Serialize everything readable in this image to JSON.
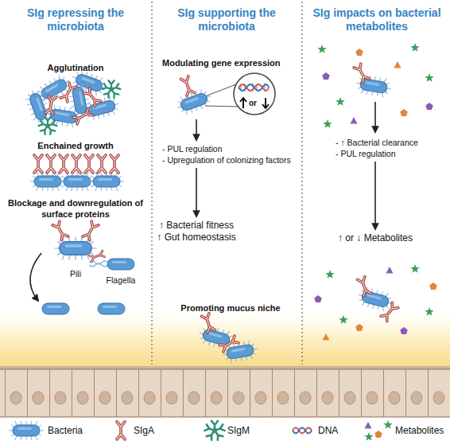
{
  "diagram": {
    "nodes": [
      {
        "text": [
          "SIg repressing the microbiota"
        ]
      },
      {
        "text": [
          "SIg supporting the microbiota"
        ]
      },
      {
        "text": [
          "SIg impacts on bacterial metabolites"
        ]
      },
      {
        "text": [
          "- PUL regulation",
          "- Upregulation of colonizing factors"
        ],
        "in": 1
      },
      {
        "text": [
          "↑ Bacterial fitness",
          "↑ Gut homeostasis"
        ],
        "in": 1
      },
      {
        "text": [
          "- ↑ Bacterial clearance",
          "- PUL regulation"
        ],
        "in": 2
      },
      {
        "text": [
          "↑ or ↓ Metabolites"
        ],
        "in": 2
      }
    ],
    "edges": [
      {
        "from": 3,
        "to": 4,
        "arrow": "to"
      },
      {
        "from": 5,
        "to": 6,
        "arrow": "to"
      }
    ],
    "labels": [
      "Agglutination",
      "Enchained growth",
      "Blockage and downregulation of surface proteins",
      "Pili",
      "Flagella",
      "Modulating gene expression",
      "or",
      "Promoting mucus niche"
    ],
    "legend": [
      {
        "text": "Bacteria"
      },
      {
        "text": "SIgA"
      },
      {
        "text": "SIgM"
      },
      {
        "text": "DNA"
      },
      {
        "text": "Metabolites"
      }
    ]
  }
}
